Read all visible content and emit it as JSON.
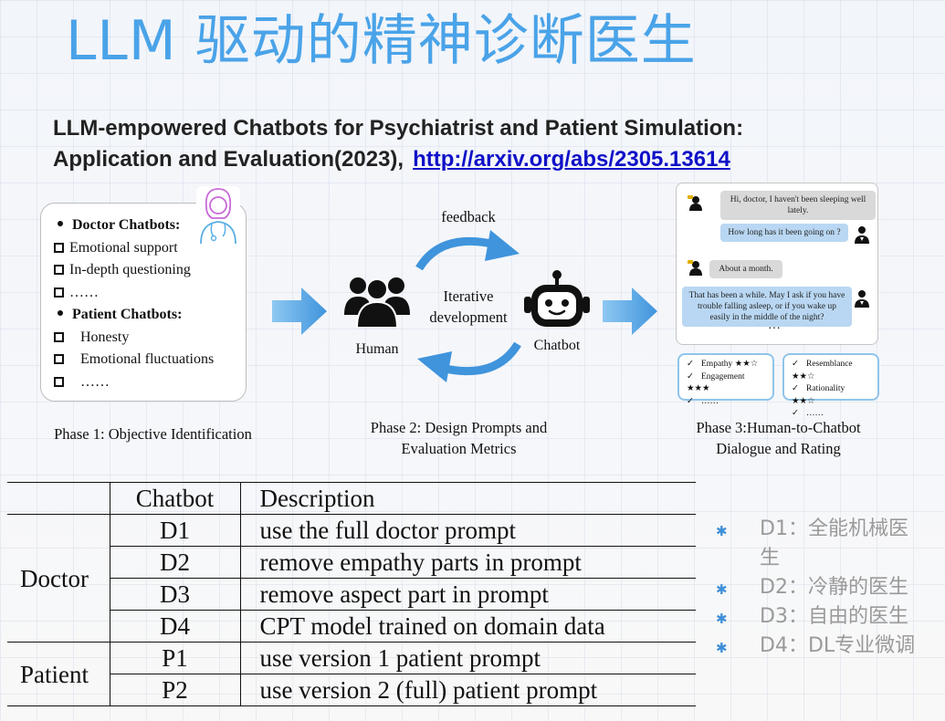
{
  "slide": {
    "title": "LLM 驱动的精神诊断医生"
  },
  "paper": {
    "title_line1": "LLM-empowered Chatbots for Psychiatrist and Patient Simulation:",
    "title_line2": "Application and Evaluation(2023),",
    "link": "http://arxiv.org/abs/2305.13614"
  },
  "figure": {
    "phase1": {
      "doctor_head": "Doctor Chatbots:",
      "doctor_items": [
        "Emotional support",
        "In-depth questioning",
        "……"
      ],
      "patient_head": "Patient Chatbots:",
      "patient_items": [
        "Honesty",
        "Emotional fluctuations",
        "……"
      ],
      "label": "Phase 1: Objective Identification"
    },
    "phase2": {
      "feedback": "feedback",
      "iterative_line1": "Iterative",
      "iterative_line2": "development",
      "human": "Human",
      "chatbot": "Chatbot",
      "label_line1": "Phase 2: Design Prompts and",
      "label_line2": "Evaluation Metrics"
    },
    "phase3": {
      "dialogue": [
        {
          "speaker": "patient",
          "text": "Hi, doctor, I haven't been sleeping well lately."
        },
        {
          "speaker": "doctor",
          "text": "How long has it been going on ?"
        },
        {
          "speaker": "patient",
          "text": "About a month."
        },
        {
          "speaker": "doctor",
          "text": "That has been a while. May I ask if you have trouble falling asleep, or if you wake up easily in the middle of the night?"
        }
      ],
      "ellipsis": "…",
      "ratings_left": [
        {
          "label": "Empathy",
          "stars": "★★☆"
        },
        {
          "label": "Engagement",
          "stars": "★★★"
        },
        {
          "label": "……",
          "stars": ""
        }
      ],
      "ratings_right": [
        {
          "label": "Resemblance",
          "stars": "★★☆"
        },
        {
          "label": "Rationality",
          "stars": "★★☆"
        },
        {
          "label": "……",
          "stars": ""
        }
      ],
      "check": "✓",
      "label_line1": "Phase 3:Human-to-Chatbot",
      "label_line2": "Dialogue and Rating"
    }
  },
  "table": {
    "headers": [
      "",
      "Chatbot",
      "Description"
    ],
    "groups": [
      {
        "name": "Doctor",
        "rows": [
          {
            "id": "D1",
            "desc": "use the full doctor prompt"
          },
          {
            "id": "D2",
            "desc": "remove empathy parts in prompt"
          },
          {
            "id": "D3",
            "desc": "remove aspect part in prompt"
          },
          {
            "id": "D4",
            "desc": "CPT model trained on domain data"
          }
        ]
      },
      {
        "name": "Patient",
        "rows": [
          {
            "id": "P1",
            "desc": "use version 1 patient prompt"
          },
          {
            "id": "P2",
            "desc": "use version 2 (full) patient prompt"
          }
        ]
      }
    ]
  },
  "notes": [
    {
      "line1": "D1：全能机械医",
      "line2": "生"
    },
    {
      "line1": "D2：冷静的医生",
      "line2": ""
    },
    {
      "line1": "D3：自由的医生",
      "line2": ""
    },
    {
      "line1": "D4：DL专业微调",
      "line2": ""
    }
  ],
  "colors": {
    "title": "#4aa3e8",
    "link": "#1010c8",
    "arrow": "#4a9de0",
    "note_text": "#9a9a9a",
    "note_star": "#3d8fd8"
  }
}
